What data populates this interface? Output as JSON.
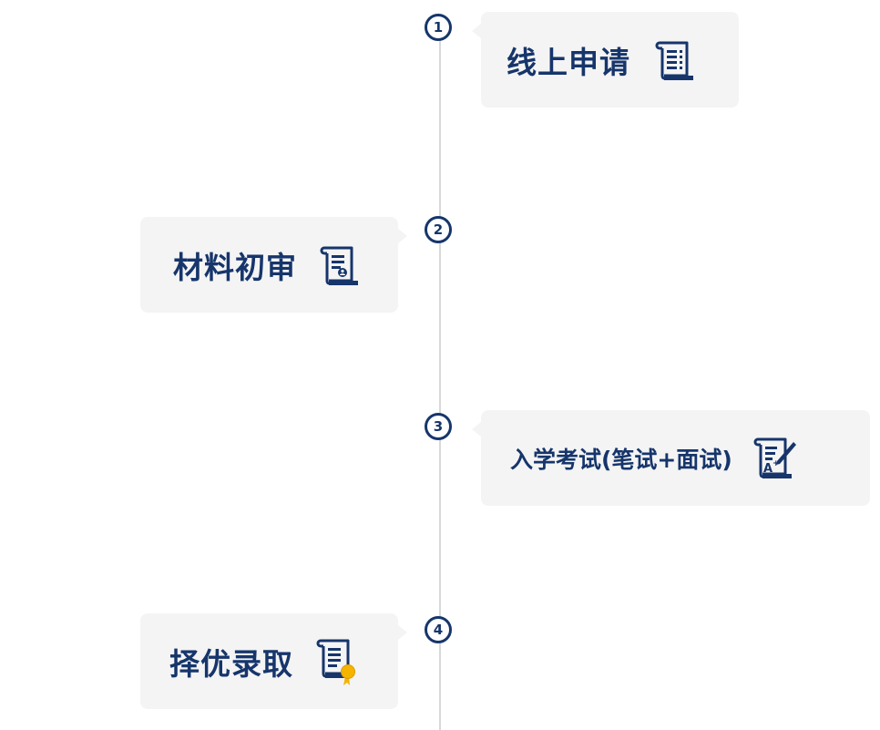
{
  "steps": [
    {
      "number": "1",
      "label": "线上申请",
      "icon": "scroll-document-icon"
    },
    {
      "number": "2",
      "label": "材料初审",
      "icon": "scroll-review-icon"
    },
    {
      "number": "3",
      "label": "入学考试(笔试+面试)",
      "icon": "exam-grade-icon"
    },
    {
      "number": "4",
      "label": "择优录取",
      "icon": "certificate-award-icon"
    }
  ],
  "colors": {
    "primary": "#16356b",
    "card_background": "#f4f4f4",
    "line": "#d9d9d9",
    "medal": "#f5b400"
  }
}
